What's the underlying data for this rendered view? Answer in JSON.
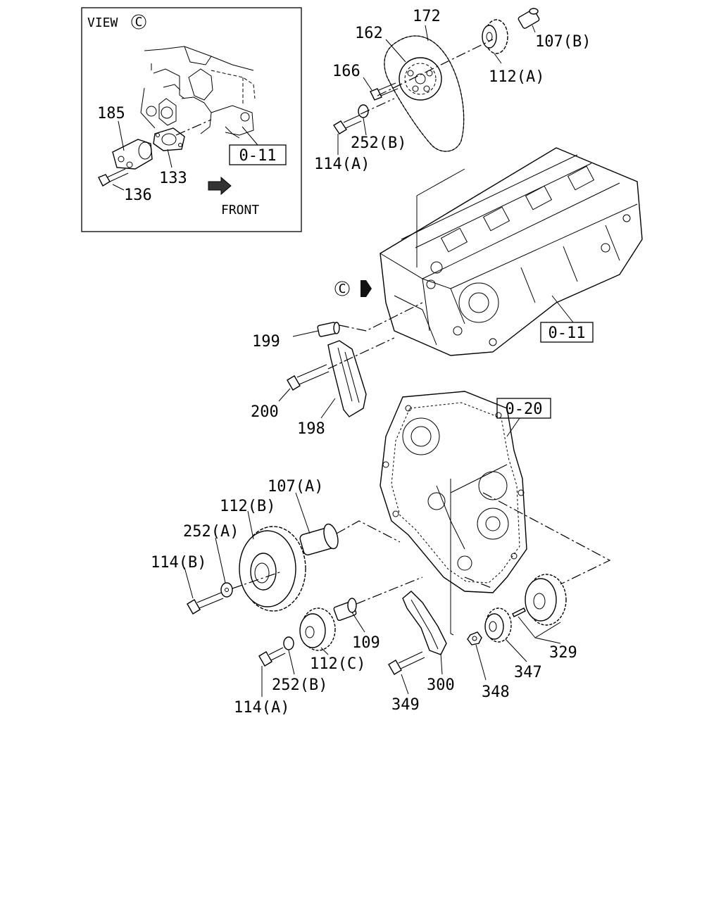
{
  "view_box": {
    "title": "VIEW",
    "view_letter": "C",
    "front_label": "FRONT",
    "ref": "0-11",
    "labels": {
      "p185": "185",
      "p133": "133",
      "p136": "136"
    }
  },
  "refs": {
    "head": "0-11",
    "cover": "0-20"
  },
  "view_marker": "C",
  "labels": {
    "p172": "172",
    "p162": "162",
    "p107b": "107(B)",
    "p166": "166",
    "p112a": "112(A)",
    "p252b_top": "252(B)",
    "p114a_top": "114(A)",
    "p199": "199",
    "p200": "200",
    "p198": "198",
    "p107a": "107(A)",
    "p112b": "112(B)",
    "p252a": "252(A)",
    "p114b": "114(B)",
    "p109": "109",
    "p112c": "112(C)",
    "p252b_bot": "252(B)",
    "p114a_bot": "114(A)",
    "p349": "349",
    "p300": "300",
    "p348": "348",
    "p347": "347",
    "p329": "329"
  }
}
